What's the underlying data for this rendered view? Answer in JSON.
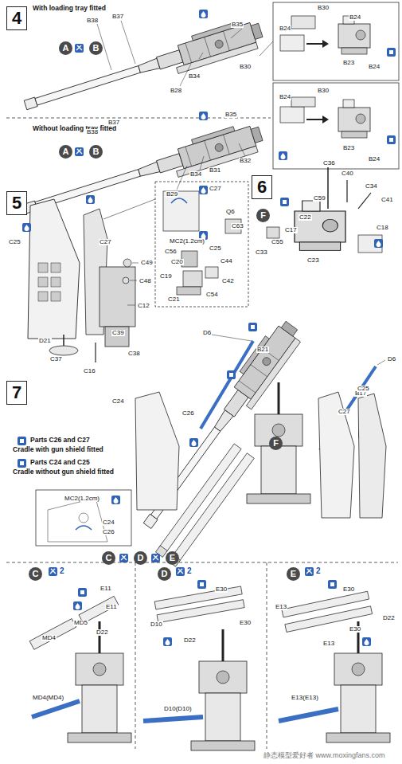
{
  "diagram": {
    "nodes": [
      {
        "text": [
          "4"
        ]
      },
      {
        "text": [
          "A"
        ]
      },
      {
        "text": [
          "B"
        ]
      },
      {
        "text": [
          "A"
        ]
      },
      {
        "text": [
          "B"
        ]
      },
      {
        "text": [
          "5"
        ]
      },
      {
        "text": [
          "6"
        ]
      },
      {
        "text": [
          "F"
        ]
      },
      {
        "text": [
          "7"
        ]
      },
      {
        "text": [
          "F"
        ]
      },
      {
        "text": [
          "C"
        ]
      },
      {
        "text": [
          "D"
        ]
      },
      {
        "text": [
          "E"
        ]
      },
      {
        "text": [
          "C"
        ]
      },
      {
        "text": [
          "D"
        ]
      },
      {
        "text": [
          "E"
        ]
      }
    ],
    "labels": [
      "With loading tray fitted",
      "B38",
      "B37",
      "B35",
      "B30",
      "B34",
      "B28",
      "B24",
      "B30",
      "B24",
      "B23",
      "B24",
      "B24",
      "B30",
      "B23",
      "B24",
      "Without loading tray fitted",
      "B37",
      "B38",
      "B35",
      "B34",
      "B31",
      "B32",
      "B29",
      "C25",
      "C27",
      "C49",
      "C48",
      "C12",
      "C39",
      "D21",
      "C38",
      "C37",
      "C16",
      "C27",
      "MC2(1.2cm)",
      "C25",
      "Q6",
      "C63",
      "C56",
      "C20",
      "C44",
      "C19",
      "C42",
      "C21",
      "C54",
      "C36",
      "C40",
      "C34",
      "C41",
      "C59",
      "C22",
      "C17",
      "C55",
      "C33",
      "C18",
      "C23",
      "D6",
      "B21",
      "D6",
      "B17",
      "C24",
      "C26",
      "C27",
      "C25",
      "Parts C26 and C27",
      "Cradle with gun shield fitted",
      "Parts C24 and C25",
      "Cradle without gun shield fitted",
      "MC2(1.2cm)",
      "C24",
      "C26",
      "2",
      "E11",
      "E11",
      "MD5",
      "D22",
      "MD4",
      "MD4(MD4)",
      "2",
      "E30",
      "D10",
      "E30",
      "D22",
      "D10(D10)",
      "2",
      "E13",
      "E30",
      "E30",
      "E13",
      "D22",
      "E13(E13)",
      "静态模型爱好者 www.moxingfans.com"
    ]
  }
}
